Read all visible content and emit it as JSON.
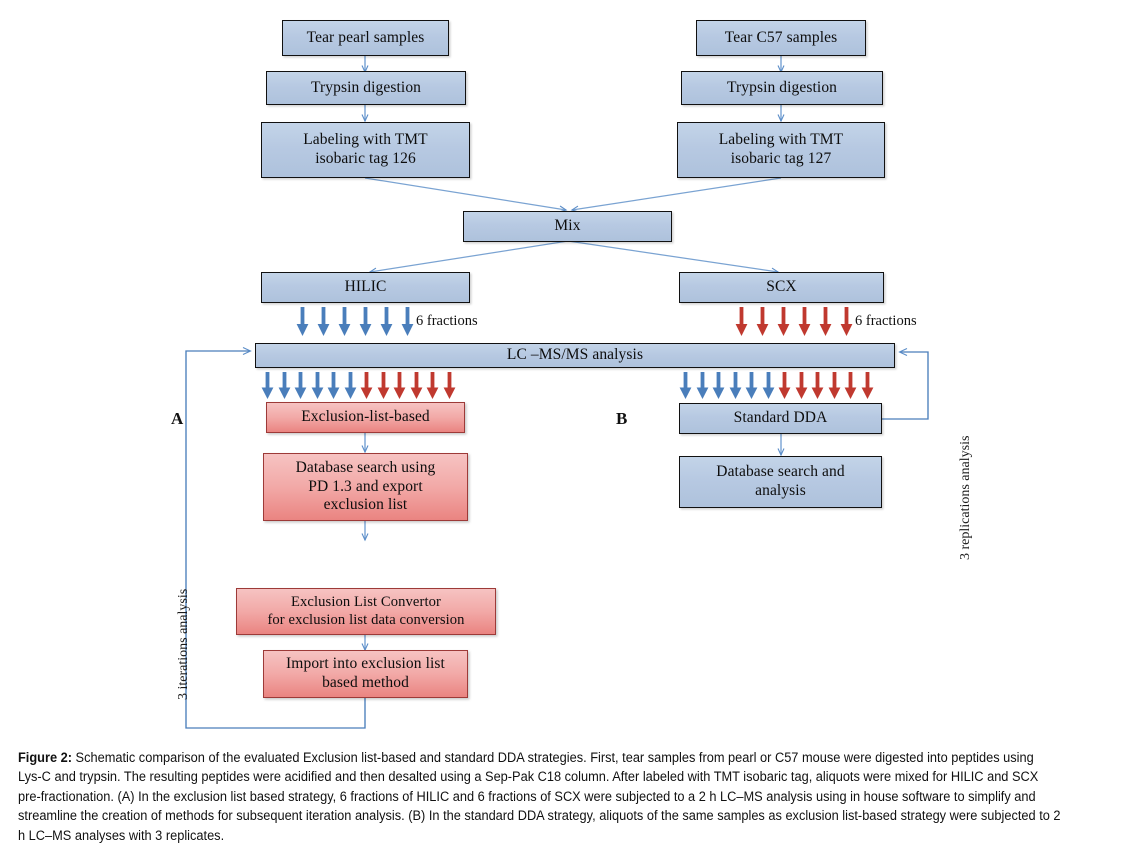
{
  "figure": {
    "label": "Figure 2:",
    "caption": " Schematic comparison of the evaluated Exclusion list-based and standard DDA strategies. First, tear samples from pearl or C57 mouse were digested into peptides using Lys-C and trypsin. The resulting peptides were acidified and then desalted using a Sep-Pak C18 column. After labeled with TMT isobaric tag, aliquots were mixed for HILIC and SCX pre-fractionation. (A) In the exclusion list based strategy, 6 fractions of HILIC and 6 fractions of SCX were subjected to a 2 h LC–MS analysis using in house software to simplify and streamline the creation of methods for subsequent iteration analysis. (B) In the standard DDA strategy, aliquots of the same samples as exclusion list-based strategy were subjected to 2 h LC–MS analyses with 3 replicates."
  },
  "colors": {
    "blue_fill": "#b7c9e2",
    "red_fill": "#f2a9a7",
    "box_border": "#111111",
    "red_border": "#9d3a38",
    "blue_arrow": "#4a7ebb",
    "red_arrow": "#c0392f",
    "connector": "#4a7ebb"
  },
  "nodes": {
    "tear_pearl": "Tear  pearl samples",
    "trypsin_left": "Trypsin digestion",
    "label_tmt_126": "Labeling with TMT\nisobaric tag 126",
    "tear_c57": "Tear C57 samples",
    "trypsin_right": "Trypsin digestion",
    "label_tmt_127": "Labeling with TMT\nisobaric tag 127",
    "mix": "Mix",
    "hilic": "HILIC",
    "scx": "SCX",
    "lcmsms": "LC –MS/MS analysis",
    "exclusion_list_based": "Exclusion-list-based",
    "database_search_export": "Database search using\nPD 1.3 and export\nexclusion list",
    "exclusion_convertor": "Exclusion List  Convertor\nfor exclusion list data conversion",
    "import_exclusion": "Import into exclusion list\nbased method",
    "standard_dda": "Standard DDA",
    "database_search_analysis": "Database search and\nanalysis"
  },
  "labels": {
    "panel_a": "A",
    "panel_b": "B",
    "fractions_hilic": "6 fractions",
    "fractions_scx": "6 fractions",
    "iterations_analysis": "3 iterations analysis",
    "replications_analysis": "3 replications analysis"
  },
  "arrows": {
    "hilic_fraction_count": 6,
    "hilic_fraction_color": "blue",
    "scx_fraction_count": 6,
    "scx_fraction_color": "red",
    "left_bundle_blue": 6,
    "left_bundle_red": 6,
    "right_bundle_blue": 6,
    "right_bundle_red": 6
  }
}
